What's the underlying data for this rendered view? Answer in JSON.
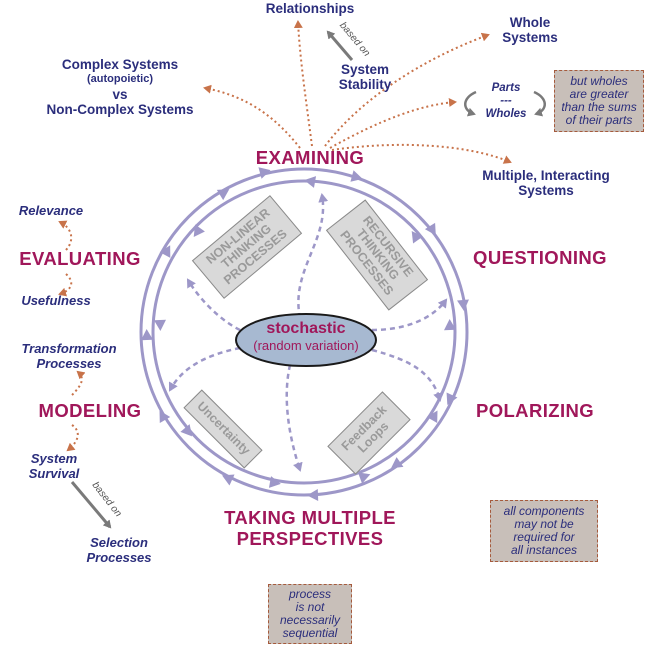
{
  "center": {
    "line1": "stochastic",
    "line2": "(random variation)"
  },
  "stages": {
    "examining": "EXAMINING",
    "questioning": "QUESTIONING",
    "polarizing": "POLARIZING",
    "perspectives": "TAKING MULTIPLE\nPERSPECTIVES",
    "modeling": "MODELING",
    "evaluating": "EVALUATING"
  },
  "processes": {
    "nonlinear": "NON-LINEAR\nTHINKING\nPROCESSES",
    "recursive": "RECURSIVE\nTHINKING\nPROCESSES",
    "uncertainty": "Uncertainty",
    "feedback": "Feedback\nLoops"
  },
  "examining_topics": {
    "relationships": "Relationships",
    "based_on": "based on",
    "system_stability": "System\nStability",
    "complex": "Complex Systems",
    "autopoietic": "(autopoietic)",
    "vs": "vs",
    "noncomplex": "Non-Complex Systems",
    "whole_systems": "Whole\nSystems",
    "parts": "Parts",
    "dashes": "---",
    "wholes": "Wholes",
    "multiple": "Multiple, Interacting\nSystems"
  },
  "evaluating_topics": {
    "relevance": "Relevance",
    "usefulness": "Usefulness"
  },
  "modeling_topics": {
    "transformation": "Transformation\nProcesses",
    "survival": "System\nSurvival",
    "based_on": "based on",
    "selection": "Selection\nProcesses"
  },
  "notes": {
    "wholes_greater": "but wholes\nare greater\nthan the sums\nof their parts",
    "components": "all components\nmay not be\nrequired for\nall instances",
    "sequential": "process\nis not\nnecessarily\nsequential"
  },
  "colors": {
    "loop": "#9d97c8",
    "stage": "#a0175a",
    "topic": "#2b2e7c",
    "dotted_arrow": "#c8734a",
    "center_fill": "#a7b9d1"
  }
}
